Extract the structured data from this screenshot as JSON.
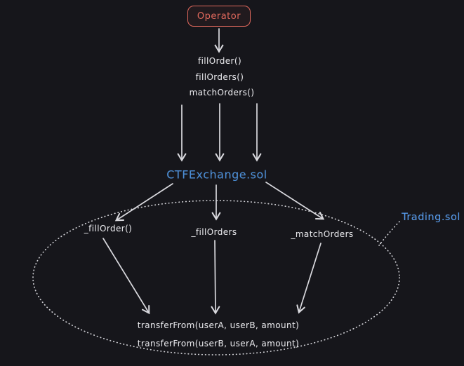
{
  "colors": {
    "bg": "#16161b",
    "accent_red": "#e2695d",
    "accent_blue": "#4a8ed8",
    "accent_blue_light": "#549bef",
    "stroke": "#d9d9de",
    "text": "#e6e6ea"
  },
  "nodes": {
    "operator_label": "Operator",
    "exchange_label": "CTFExchange.sol",
    "trading_label": "Trading.sol"
  },
  "public_methods": [
    "fillOrder()",
    "fillOrders()",
    "matchOrders()"
  ],
  "internal_methods": [
    "_fillOrder()",
    "_fillOrders",
    "_matchOrders"
  ],
  "transfer_calls": [
    "transferFrom(userA, userB, amount)",
    "transferFrom(userB, userA, amount)"
  ]
}
